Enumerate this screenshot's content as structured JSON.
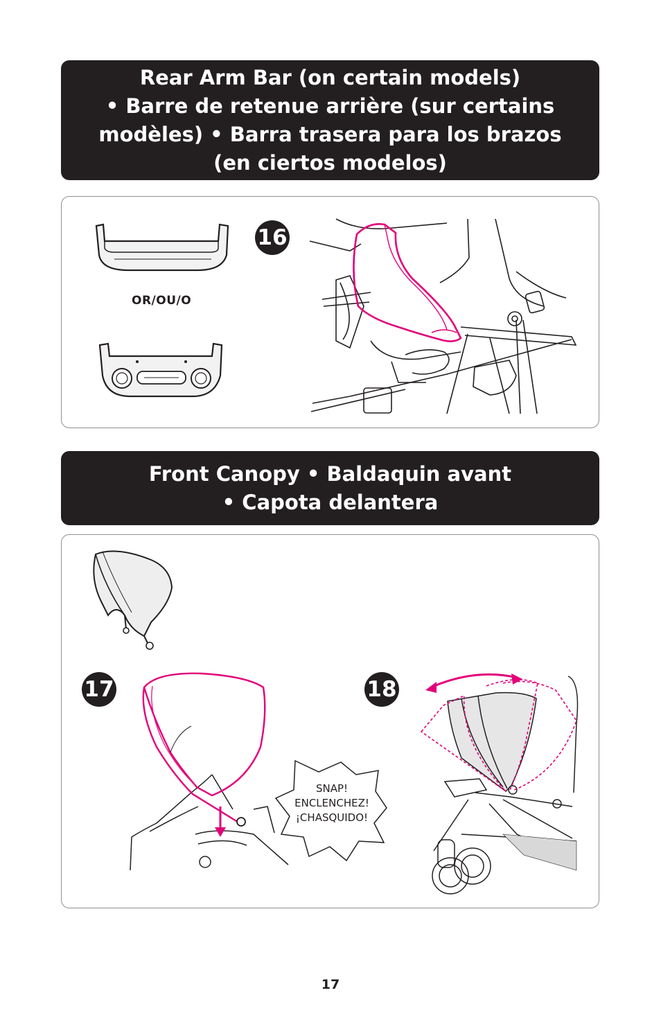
{
  "section_rear_arm_bar": {
    "title_lines": [
      "Rear Arm Bar (on certain models)",
      "•  Barre de retenue arrière (sur certains",
      "modèles) •  Barra trasera para los brazos",
      "(en ciertos modelos)"
    ],
    "step_number": "16",
    "or_label": "OR/OU/O"
  },
  "section_front_canopy": {
    "title_lines": [
      "Front Canopy  •  Baldaquin avant",
      "•  Capota delantera"
    ],
    "step_17": "17",
    "step_18": "18",
    "snap_lines": [
      "SNAP!",
      "ENCLENCHEZ!",
      "¡CHASQUIDO!"
    ]
  },
  "colors": {
    "header_bg": "#231f20",
    "accent": "#e2007a"
  },
  "page_number": "17"
}
